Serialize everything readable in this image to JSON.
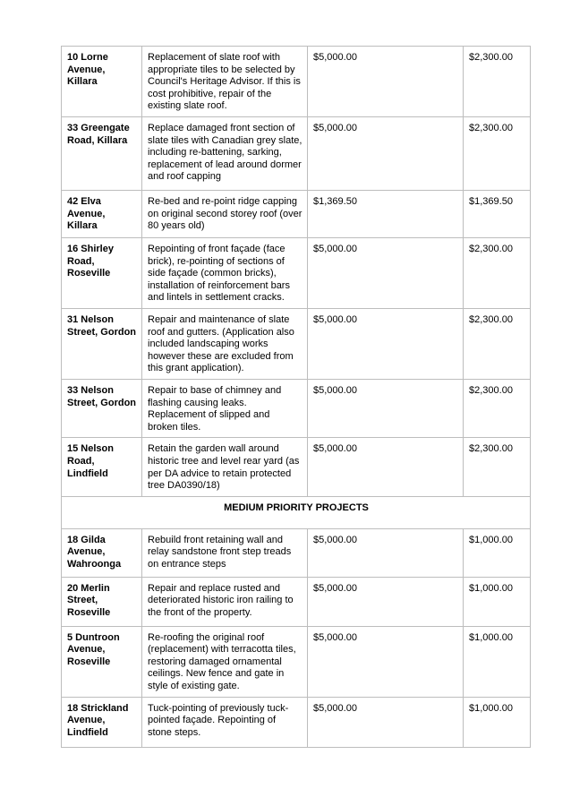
{
  "high_rows": [
    {
      "address": "10 Lorne Avenue, Killara",
      "description": "Replacement of slate roof with appropriate tiles to be selected by Council's Heritage Advisor. If this is cost prohibitive, repair of the existing slate roof.",
      "estimate": "$5,000.00",
      "grant": "$2,300.00"
    },
    {
      "address": "33 Greengate Road, Killara",
      "description": "Replace damaged front section of slate tiles with Canadian grey slate, including re-battening, sarking, replacement of lead around dormer and roof capping",
      "estimate": "$5,000.00",
      "grant": "$2,300.00"
    },
    {
      "address": "42 Elva Avenue, Killara",
      "description": "Re-bed and re-point ridge capping on original second storey roof (over 80 years old)",
      "estimate": "$1,369.50",
      "grant": "$1,369.50"
    },
    {
      "address": "16 Shirley Road, Roseville",
      "description": "Repointing of front façade (face brick), re-pointing of sections of side façade (common bricks), installation of reinforcement bars and lintels in settlement cracks.",
      "estimate": "$5,000.00",
      "grant": "$2,300.00"
    },
    {
      "address": "31 Nelson Street, Gordon",
      "description": "Repair and maintenance of slate roof and gutters. (Application also included landscaping works however these are excluded from this grant application).",
      "estimate": "$5,000.00",
      "grant": "$2,300.00"
    },
    {
      "address": "33 Nelson Street, Gordon",
      "description": "Repair to base of chimney and flashing causing leaks. Replacement of slipped and broken tiles.",
      "estimate": "$5,000.00",
      "grant": "$2,300.00"
    },
    {
      "address": "15 Nelson Road, Lindfield",
      "description": "Retain the garden wall around historic tree and level rear yard (as per DA advice to retain protected tree DA0390/18)",
      "estimate": "$5,000.00",
      "grant": "$2,300.00"
    }
  ],
  "medium_heading": "MEDIUM PRIORITY PROJECTS",
  "medium_rows": [
    {
      "address": "18 Gilda Avenue, Wahroonga",
      "description": "Rebuild front retaining wall and relay sandstone front step treads on entrance steps",
      "estimate": "$5,000.00",
      "grant": "$1,000.00"
    },
    {
      "address": "20 Merlin Street, Roseville",
      "description": "Repair and replace rusted and deteriorated historic iron railing to the front of the property.",
      "estimate": "$5,000.00",
      "grant": "$1,000.00"
    },
    {
      "address": "5 Duntroon Avenue, Roseville",
      "description": "Re-roofing the original roof (replacement) with terracotta tiles, restoring damaged ornamental ceilings. New fence and gate in style of existing gate.",
      "estimate": "$5,000.00",
      "grant": "$1,000.00"
    },
    {
      "address": "18 Strickland Avenue, Lindfield",
      "description": "Tuck-pointing of previously tuck-pointed façade. Repointing of stone steps.",
      "estimate": "$5,000.00",
      "grant": "$1,000.00"
    }
  ]
}
